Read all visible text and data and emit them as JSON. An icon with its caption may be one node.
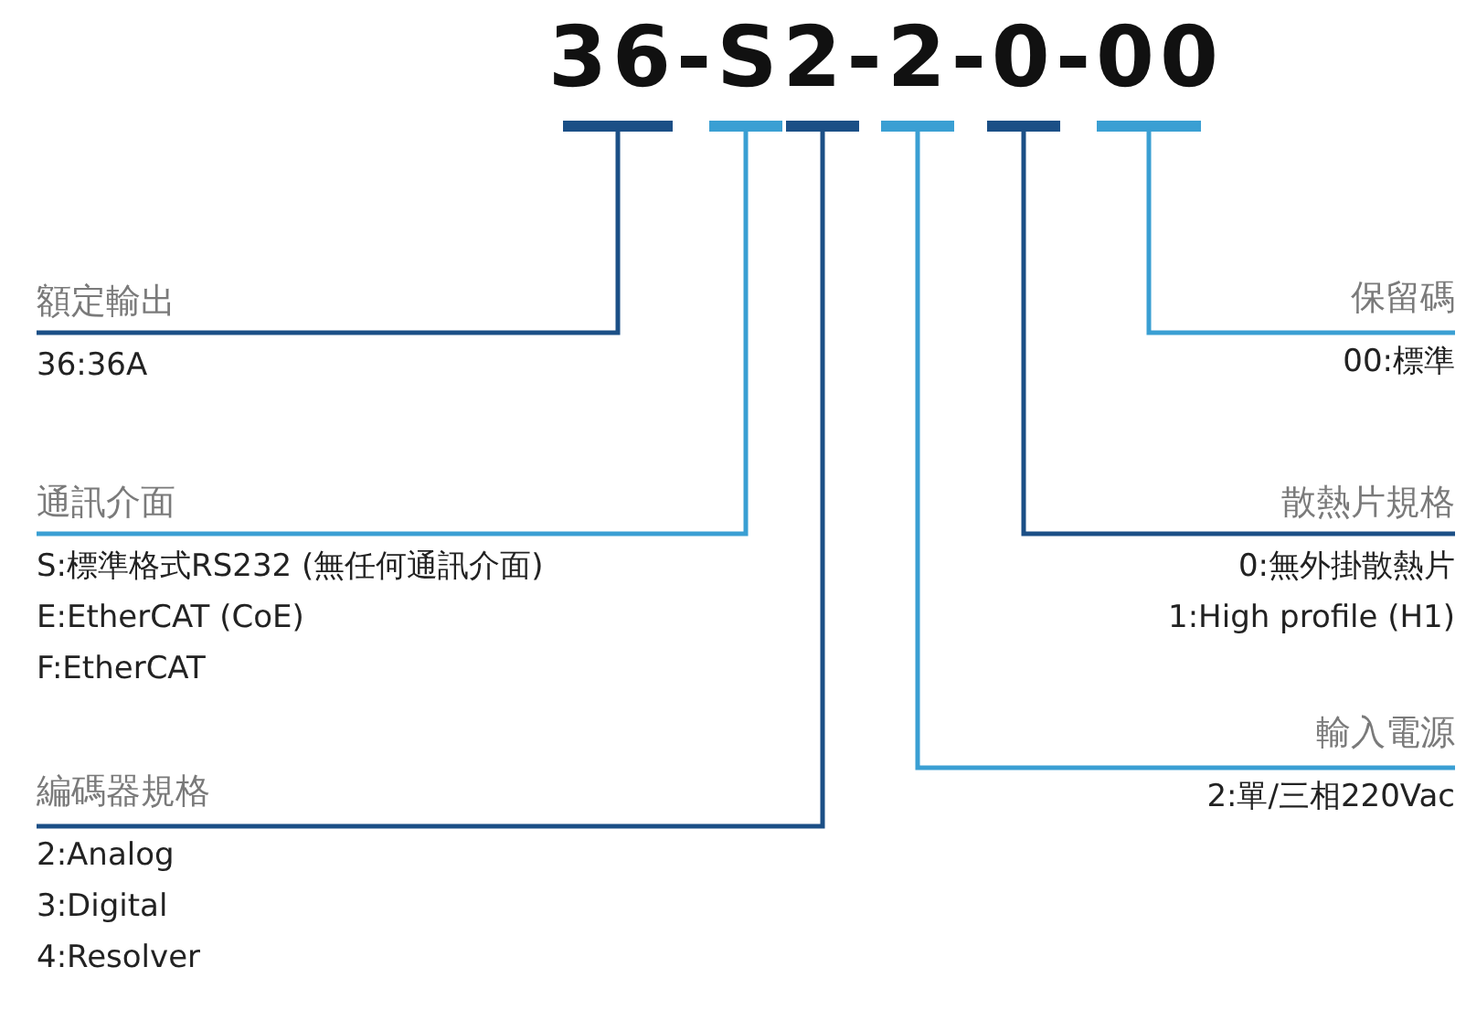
{
  "diagram": {
    "title": "36-S2-2-0-00",
    "nodes": [
      {
        "text": [],
        "shape": "bar"
      },
      {
        "text": [],
        "shape": "bar"
      },
      {
        "text": [],
        "shape": "bar"
      },
      {
        "text": [],
        "shape": "bar"
      },
      {
        "text": [],
        "shape": "bar"
      },
      {
        "text": [],
        "shape": "bar"
      },
      {
        "text": [
          "額定輸出",
          "36:36A"
        ]
      },
      {
        "text": [
          "通訊介面",
          "S:標準格式RS232 (無任何通訊介面)",
          "E:EtherCAT (CoE)",
          "F:EtherCAT"
        ]
      },
      {
        "text": [
          "編碼器規格",
          "2:Analog",
          "3:Digital",
          "4:Resolver"
        ]
      },
      {
        "text": [
          "保留碼",
          "00:標準"
        ]
      },
      {
        "text": [
          "散熱片規格",
          "0:無外掛散熱片",
          "1:High profile (H1)"
        ]
      },
      {
        "text": [
          "輸入電源",
          "2:單/三相220Vac"
        ]
      }
    ],
    "edges": [
      {
        "from": 0,
        "to": 6,
        "arrow": "none",
        "color": "#1b4f86"
      },
      {
        "from": 1,
        "to": 7,
        "arrow": "none",
        "color": "#3a9fd3"
      },
      {
        "from": 2,
        "to": 8,
        "arrow": "none",
        "color": "#1b4f86"
      },
      {
        "from": 3,
        "to": 11,
        "arrow": "none",
        "color": "#3a9fd3"
      },
      {
        "from": 4,
        "to": 10,
        "arrow": "none",
        "color": "#1b4f86"
      },
      {
        "from": 5,
        "to": 9,
        "arrow": "none",
        "color": "#3a9fd3"
      }
    ]
  }
}
